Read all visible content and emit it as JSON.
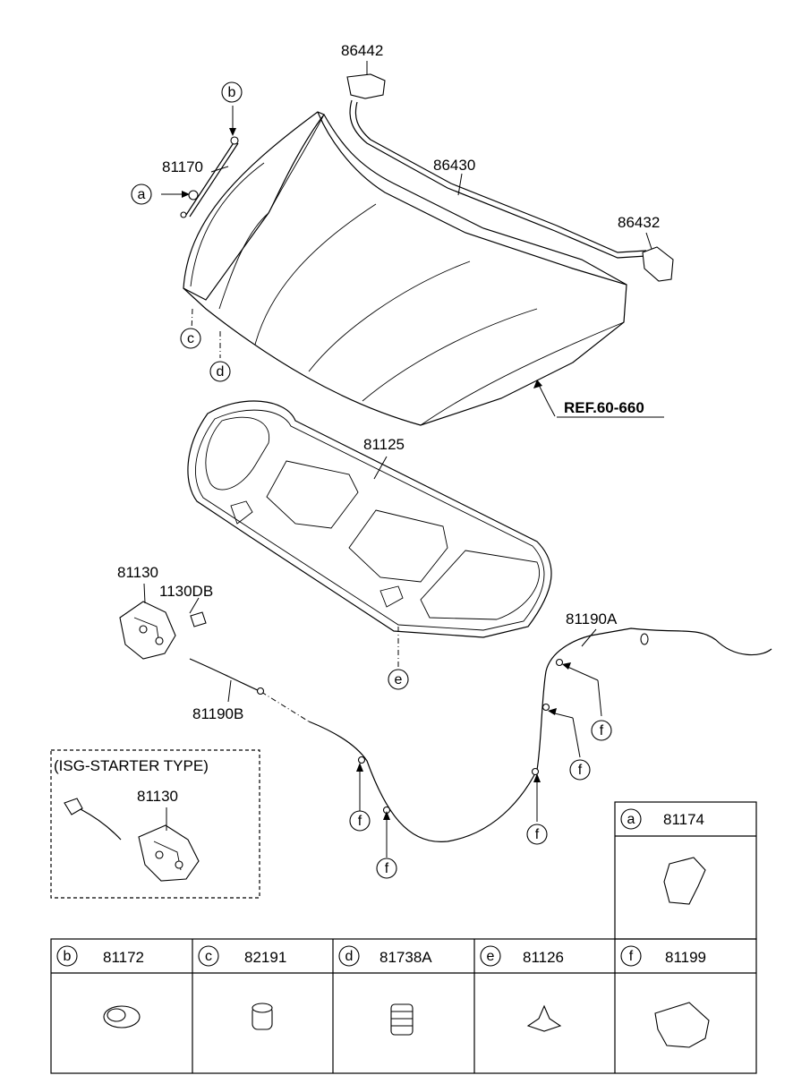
{
  "labels": {
    "p86442": "86442",
    "p86430": "86430",
    "p86432": "86432",
    "p81170": "81170",
    "p81125": "81125",
    "p81130": "81130",
    "p1130DB": "1130DB",
    "p81190A": "81190A",
    "p81190B": "81190B",
    "isg_title": "(ISG-STARTER TYPE)",
    "isg_81130": "81130",
    "ref": "REF.60-660"
  },
  "callouts": {
    "a": "a",
    "b": "b",
    "c": "c",
    "d": "d",
    "e": "e",
    "f": "f"
  },
  "legend": [
    {
      "letter": "a",
      "part": "81174"
    },
    {
      "letter": "b",
      "part": "81172"
    },
    {
      "letter": "c",
      "part": "82191"
    },
    {
      "letter": "d",
      "part": "81738A"
    },
    {
      "letter": "e",
      "part": "81126"
    },
    {
      "letter": "f",
      "part": "81199"
    }
  ]
}
